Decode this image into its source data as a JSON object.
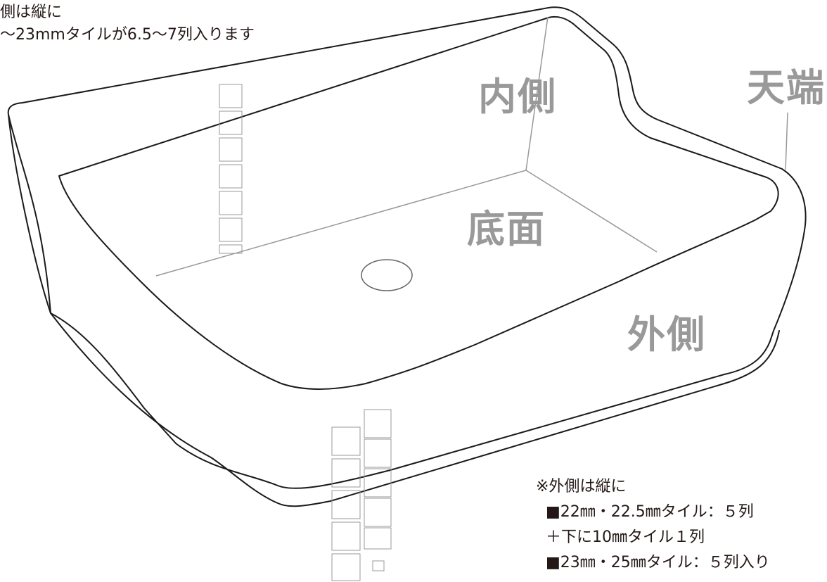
{
  "notes": {
    "top": [
      "側は縦に",
      "～23mmタイルが6.5～7列入ります"
    ],
    "bottom": [
      "※外側は縦に",
      "■22㎜・22.5㎜タイル：５列",
      "＋下に10㎜タイル１列",
      "■23㎜・25㎜タイル：５列入り"
    ]
  },
  "labels": {
    "inner": "内側",
    "top_edge": "天端",
    "bottom_face": "底面",
    "outer": "外側"
  },
  "colors": {
    "outline": "#1a1a1a",
    "guide": "#999999",
    "label": "#999999",
    "text": "#231815"
  }
}
